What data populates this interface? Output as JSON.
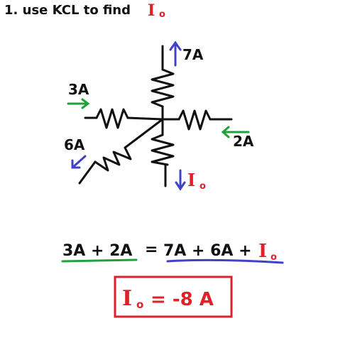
{
  "title": {
    "prefix": "1. use KCL to find ",
    "variable": "I",
    "subscript": "o"
  },
  "circuit": {
    "currents": [
      {
        "id": "top",
        "label": "7A",
        "direction": "up",
        "color": "#4040c8"
      },
      {
        "id": "left",
        "label": "3A",
        "direction": "right",
        "color": "#22a03a"
      },
      {
        "id": "right",
        "label": "2A",
        "direction": "left",
        "color": "#22a03a"
      },
      {
        "id": "lower-left",
        "label": "6A",
        "direction": "down-left",
        "color": "#4040c8"
      },
      {
        "id": "bottom",
        "label": "I",
        "subscript": "o",
        "direction": "down",
        "color": "#e0202a"
      }
    ]
  },
  "equation": {
    "lhs": "3A + 2A",
    "equals": "=",
    "rhs_known": "7A + 6A +",
    "rhs_var": "I",
    "rhs_var_sub": "o",
    "lhs_underline_color": "#22a03a",
    "rhs_underline_color": "#4040c8"
  },
  "answer": {
    "var": "I",
    "sub": "o",
    "text": "= -8 A",
    "color": "#e0202a"
  }
}
